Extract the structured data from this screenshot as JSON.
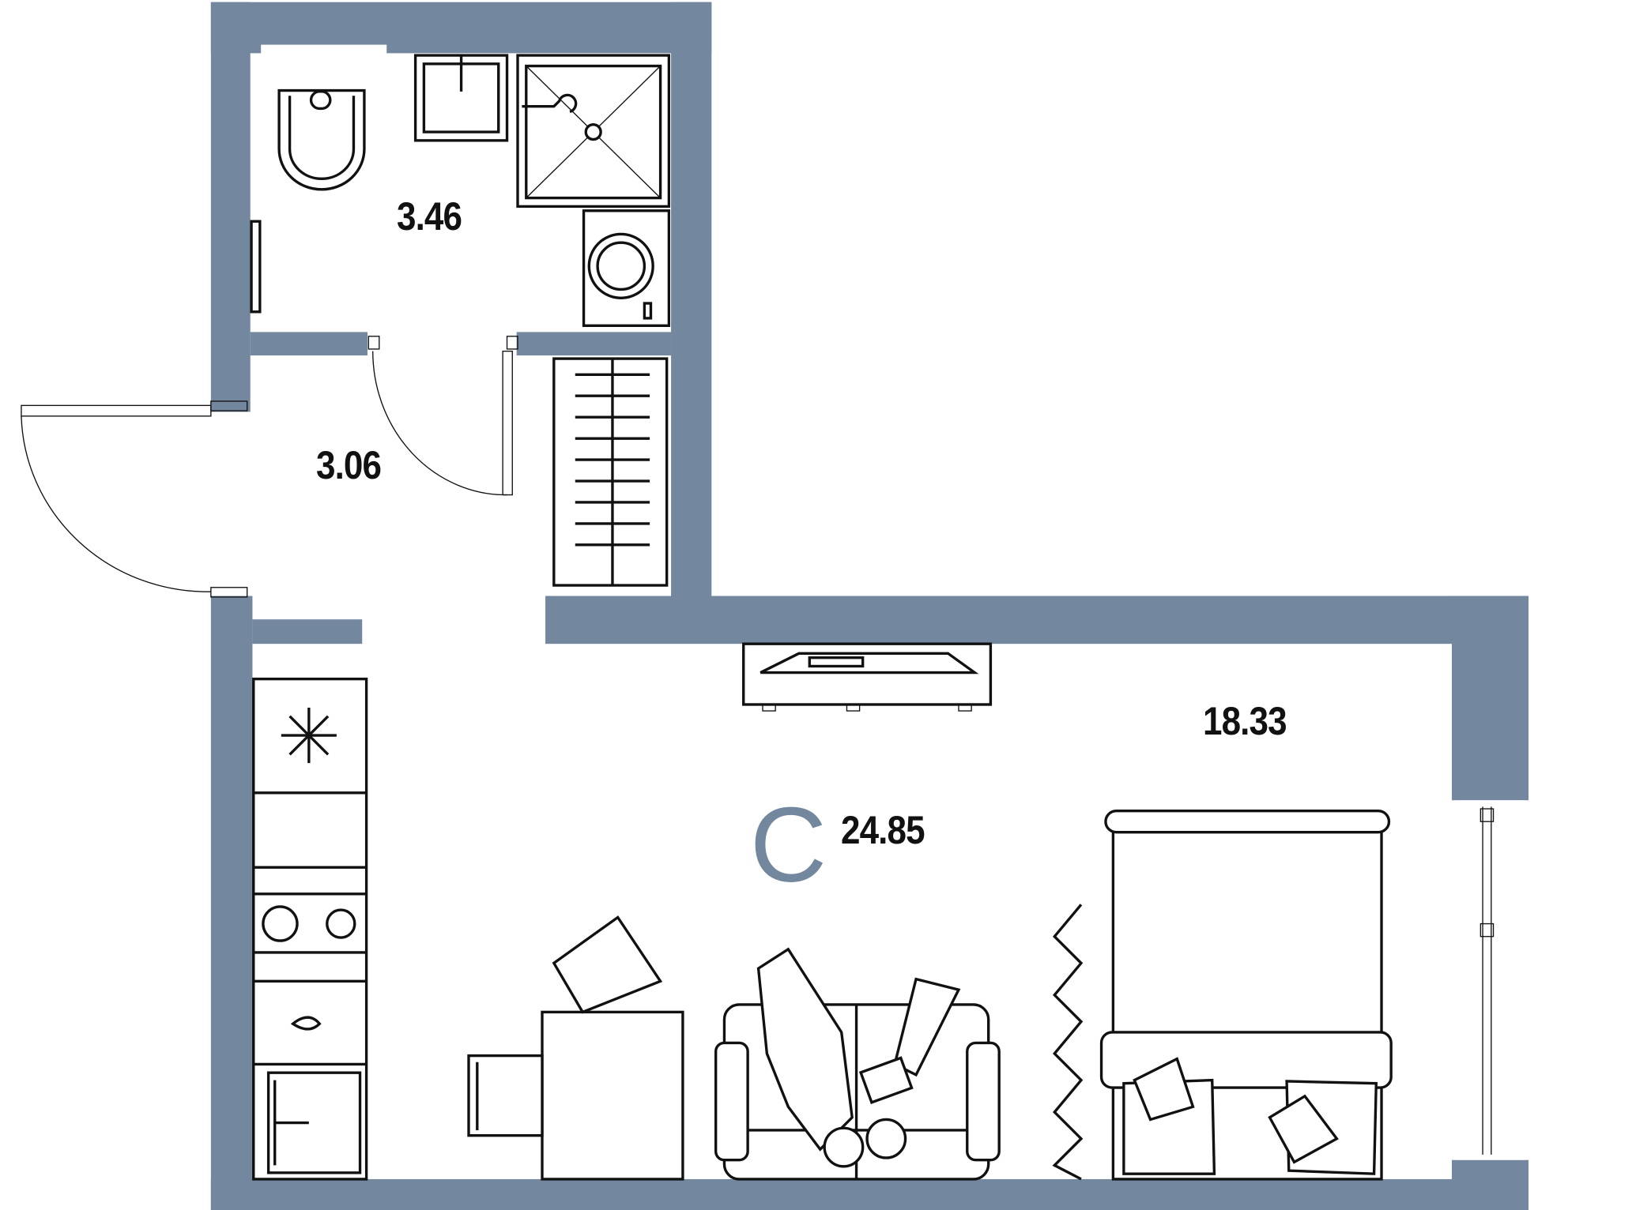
{
  "plan": {
    "wall_color": "#73879f",
    "rooms": [
      {
        "name": "bathroom",
        "area": "3.46"
      },
      {
        "name": "hallway",
        "area": "3.06"
      },
      {
        "name": "living-kitchen",
        "area": "24.85",
        "type_letter": "С"
      },
      {
        "name": "sleeping-zone",
        "area": "18.33"
      }
    ]
  }
}
